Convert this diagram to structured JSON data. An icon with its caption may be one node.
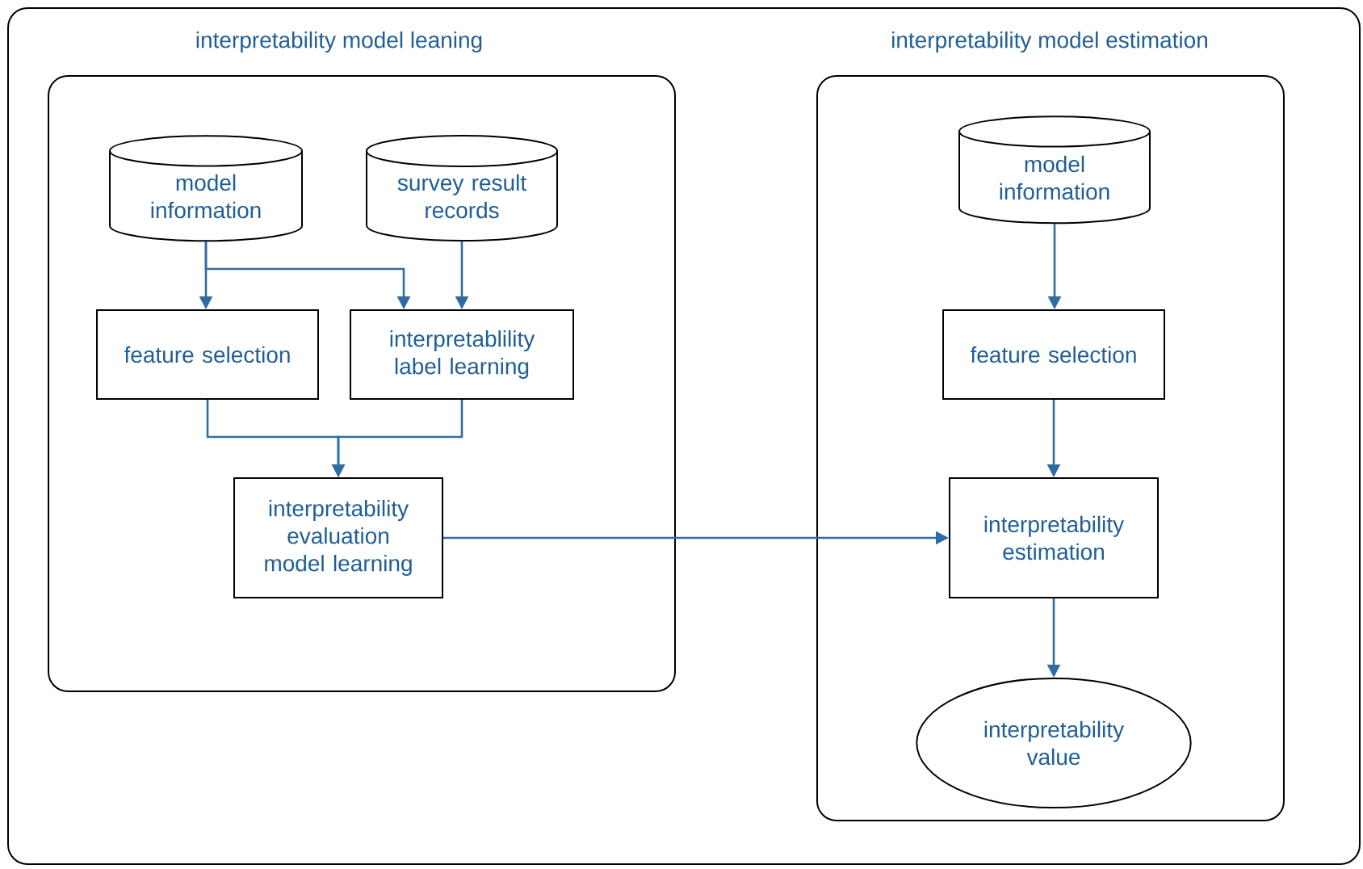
{
  "diagram": {
    "nodes": [
      {
        "text": [],
        "shape": "box"
      },
      {
        "text": [
          "interpretability model leaning"
        ],
        "in": 0
      },
      {
        "text": [
          "model information"
        ],
        "in": 1
      },
      {
        "text": [
          "survey result records"
        ],
        "in": 1
      },
      {
        "text": [
          "feature selection"
        ],
        "in": 1
      },
      {
        "text": [
          "interpretablility label learning"
        ],
        "in": 1
      },
      {
        "text": [
          "interpretability evaluation model learning"
        ],
        "in": 1
      },
      {
        "text": [
          "interpretability model estimation"
        ],
        "in": 0
      },
      {
        "text": [
          "model information"
        ],
        "in": 7
      },
      {
        "text": [
          "feature selection"
        ],
        "in": 7
      },
      {
        "text": [
          "interpretability estimation"
        ],
        "in": 7
      },
      {
        "text": [
          "interpretability value"
        ],
        "in": 7
      }
    ],
    "edges": [
      {
        "from": 2,
        "to": 4,
        "arrow": "to"
      },
      {
        "from": 2,
        "to": 5,
        "arrow": "to"
      },
      {
        "from": 3,
        "to": 5,
        "arrow": "to"
      },
      {
        "from": 4,
        "to": 6,
        "arrow": "to"
      },
      {
        "from": 5,
        "to": 6,
        "arrow": "to"
      },
      {
        "from": 6,
        "to": 10,
        "arrow": "to"
      },
      {
        "from": 8,
        "to": 9,
        "arrow": "to"
      },
      {
        "from": 9,
        "to": 10,
        "arrow": "to"
      },
      {
        "from": 10,
        "to": 11,
        "arrow": "to"
      }
    ]
  }
}
